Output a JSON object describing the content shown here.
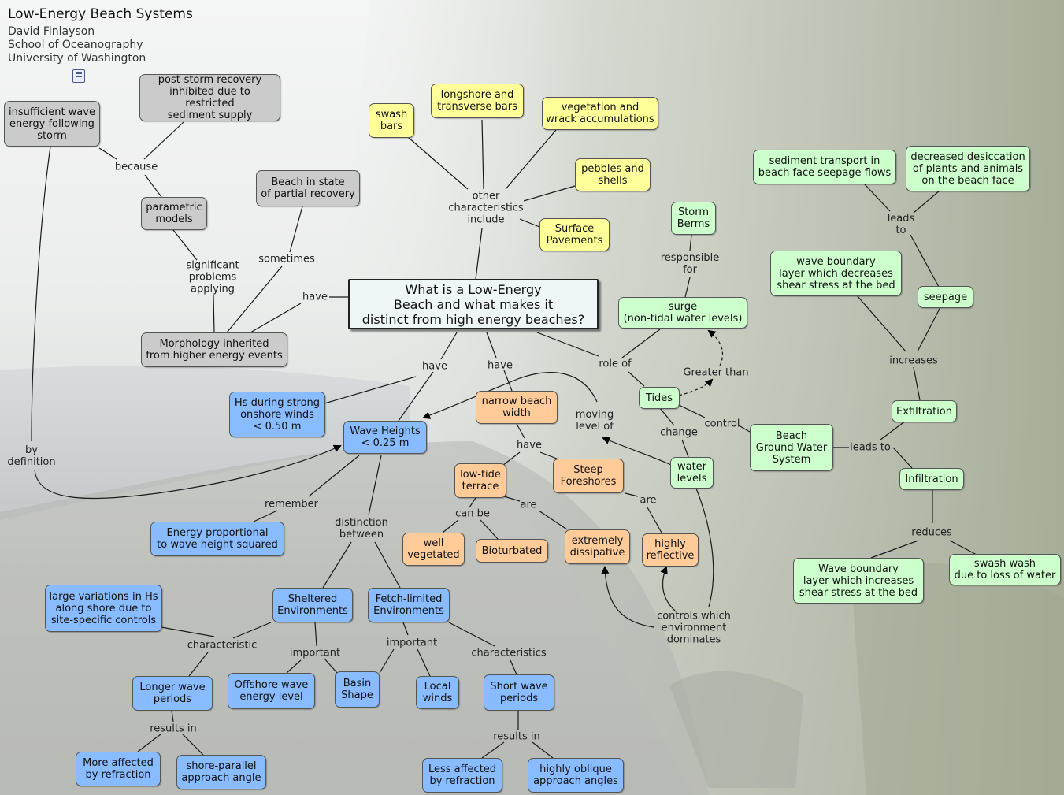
{
  "header": {
    "title": "Low-Energy Beach Systems",
    "author": "David Finlayson",
    "dept": "School of Oceanography",
    "univ": "University of Washington",
    "resource_icon": "document-icon"
  },
  "colors": {
    "gray": "#cbcbcb",
    "yellow": "#ffff99",
    "green": "#ccffcc",
    "blue": "#88bbff",
    "orange": "#ffcc99",
    "main": "#eef6f8"
  },
  "concepts": {
    "main": "What is a Low-Energy\nBeach and what makes it\ndistinct from high energy beaches?",
    "insufficient": "insufficient wave\nenergy following\nstorm",
    "post_storm": "post-storm recovery\ninhibited due to restricted\nsediment supply",
    "parametric": "parametric\nmodels",
    "partial_recovery": "Beach in state\nof partial recovery",
    "morphology": "Morphology inherited\nfrom higher energy events",
    "swash_bars": "swash\nbars",
    "longshore": "longshore and\ntransverse bars",
    "vegetation": "vegetation and\nwrack accumulations",
    "pebbles": "pebbles and\nshells",
    "pavements": "Surface\nPavements",
    "storm_berms": "Storm\nBerms",
    "surge": "surge\n(non-tidal water levels)",
    "tides": "Tides",
    "water_levels": "water\nlevels",
    "bgws": "Beach\nGround Water\nSystem",
    "sediment_transport": "sediment transport in\nbeach face seepage flows",
    "desiccation": "decreased desiccation\nof plants and animals\non the beach face",
    "wbl_decreases": "wave boundary\nlayer which decreases\nshear stress at the bed",
    "seepage": "seepage",
    "exfiltration": "Exfiltration",
    "infiltration": "Infiltration",
    "wbl_increases": "Wave boundary\nlayer which increases\nshear stress at the bed",
    "swash_wash": "swash wash\ndue to loss of water",
    "hs_strong": "Hs during strong\nonshore winds\n< 0.50 m",
    "wave_heights": "Wave Heights\n< 0.25 m",
    "energy_prop": "Energy proportional\nto wave height squared",
    "large_var": "large variations in Hs\nalong shore due to\nsite-specific controls",
    "sheltered": "Sheltered\nEnvironments",
    "fetch": "Fetch-limited\nEnvironments",
    "longer_periods": "Longer wave\nperiods",
    "offshore": "Offshore wave\nenergy level",
    "basin": "Basin\nShape",
    "local_winds": "Local\nwinds",
    "short_periods": "Short wave\nperiods",
    "more_refraction": "More affected\nby refraction",
    "shore_parallel": "shore-parallel\napproach angle",
    "less_refraction": "Less affected\nby refraction",
    "oblique": "highly oblique\napproach angles",
    "narrow": "narrow beach\nwidth",
    "low_tide": "low-tide\nterrace",
    "steep": "Steep\nForeshores",
    "well_veg": "well\nvegetated",
    "bioturbated": "Bioturbated",
    "dissipative": "extremely\ndissipative",
    "reflective": "highly\nreflective"
  },
  "linking_phrases": {
    "because": "because",
    "sig_problems": "significant\nproblems\napplying",
    "sometimes": "sometimes",
    "have_morph": "have",
    "by_definition": "by\ndefinition",
    "other_char": "other\ncharacteristics\ninclude",
    "responsible": "responsible\nfor",
    "greater_than": "Greater than",
    "role_of": "role of",
    "change": "change",
    "control": "control",
    "leads_to_1": "leads\nto",
    "increases": "increases",
    "leads_to_2": "leads to",
    "reduces": "reduces",
    "have_wave": "have",
    "have_narrow": "have",
    "moving_level": "moving\nlevel of",
    "remember": "remember",
    "distinction": "distinction\nbetween",
    "have_sub": "have",
    "can_be": "can be",
    "are_1": "are",
    "are_2": "are",
    "characteristic": "characteristic",
    "important_1": "important",
    "important_2": "important",
    "characteristics": "characteristics",
    "results_in_1": "results in",
    "results_in_2": "results in",
    "controls_env": "controls which\nenvironment\ndominates"
  }
}
